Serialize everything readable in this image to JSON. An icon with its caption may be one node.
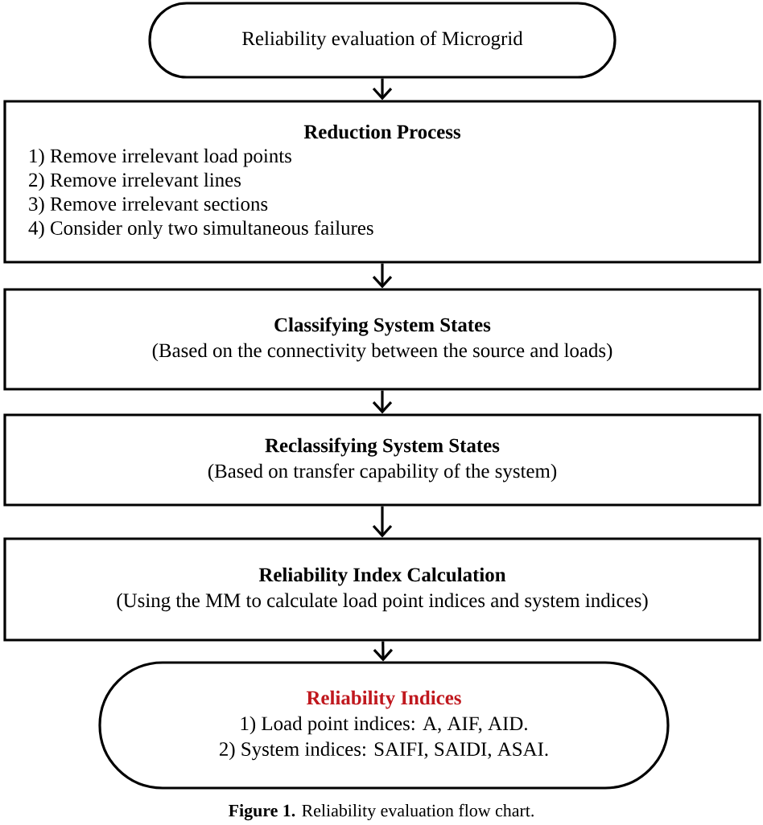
{
  "diagram": {
    "caption": "**Figure 1.** Reliability evaluation flow chart.",
    "nodes": [
      {
        "text": [
          "Reliability evaluation of Microgrid"
        ]
      },
      {
        "text": [
          "Reduction Process",
          "1) Remove irrelevant load points",
          "2) Remove irrelevant lines",
          "3) Remove irrelevant sections",
          "4) Consider only two simultaneous failures"
        ]
      },
      {
        "text": [
          "Classifying System States",
          "(Based on the connectivity between the source and loads)"
        ]
      },
      {
        "text": [
          "Reclassifying System States",
          "(Based on transfer capability of the system)"
        ]
      },
      {
        "text": [
          "Reliability Index Calculation",
          "(Using the MM to calculate load point indices and system indices)"
        ]
      },
      {
        "text": [
          "Reliability Indices",
          "1) Load point indices: A, AIF, AID.",
          "2) System indices: SAIFI, SAIDI, ASAI."
        ]
      }
    ],
    "edges": [
      {
        "from": 0,
        "to": 1,
        "arrow": "to"
      },
      {
        "from": 1,
        "to": 2,
        "arrow": "to"
      },
      {
        "from": 2,
        "to": 3,
        "arrow": "to"
      },
      {
        "from": 3,
        "to": 4,
        "arrow": "to"
      },
      {
        "from": 4,
        "to": 5,
        "arrow": "to"
      }
    ]
  }
}
